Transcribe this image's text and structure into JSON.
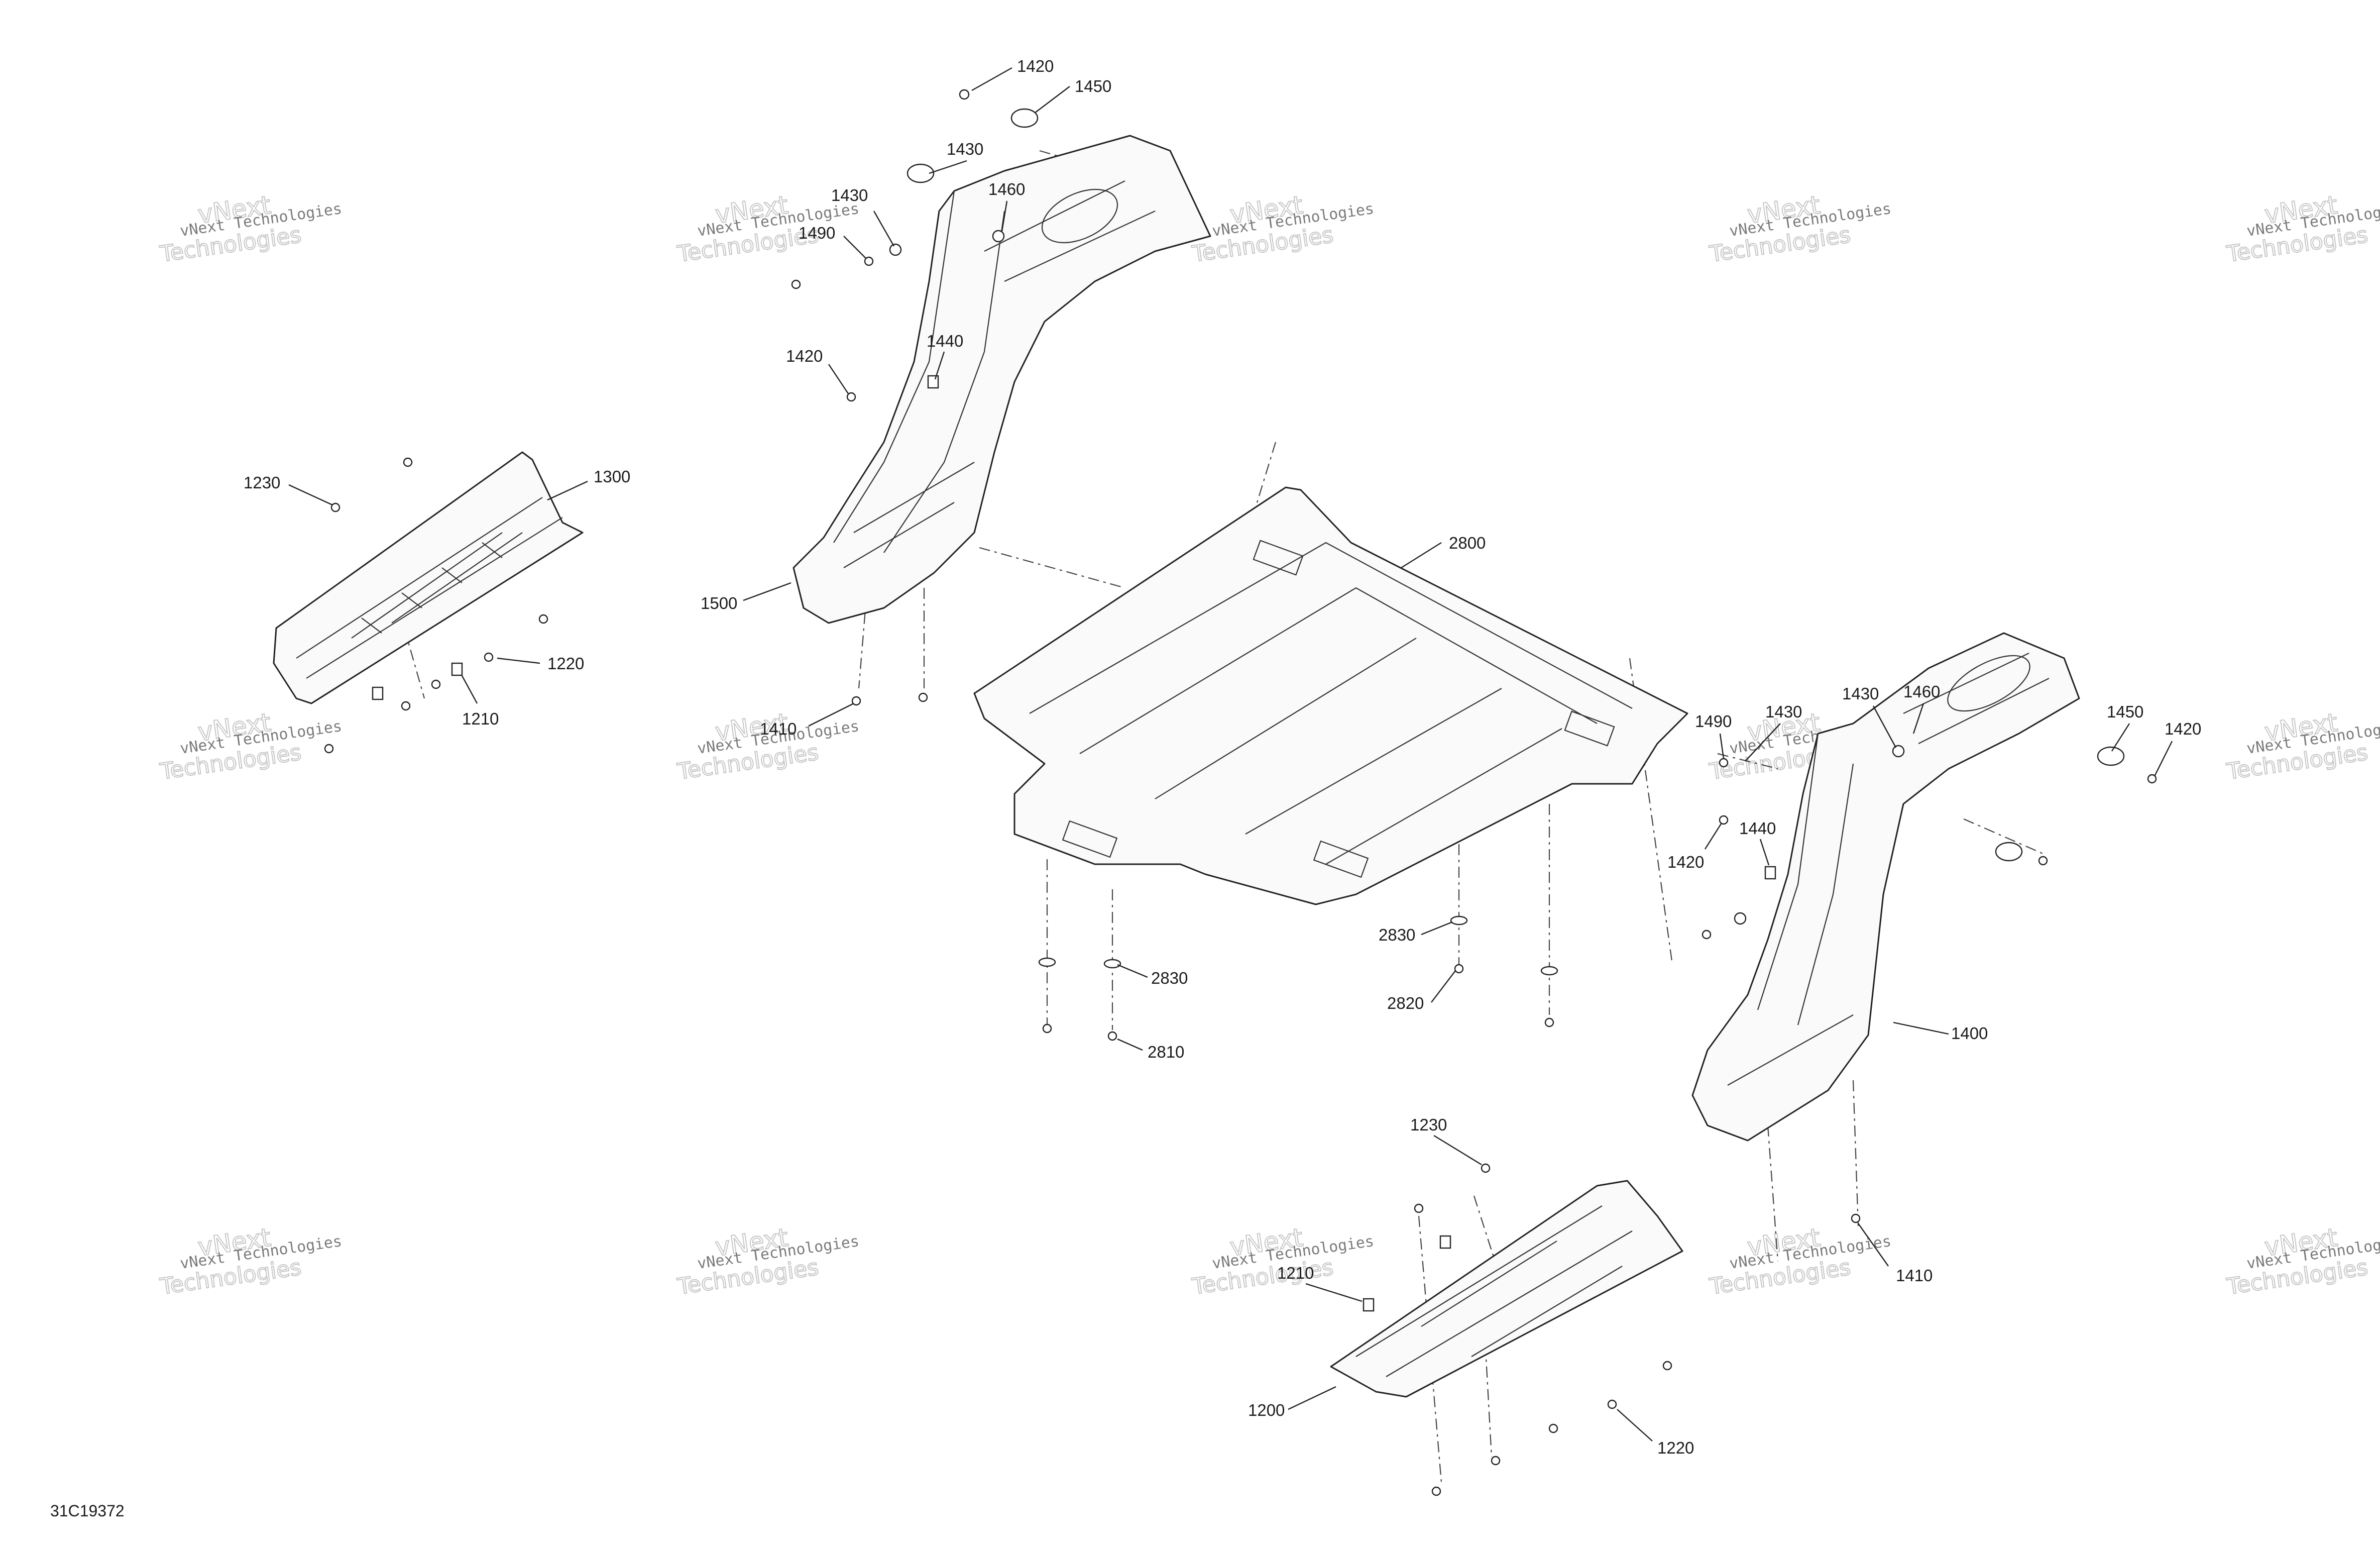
{
  "diagram": {
    "drawing_code": "31C19372",
    "watermark": {
      "line1": "vNext Technologies",
      "line2": "vNext",
      "line3": "Technologies"
    },
    "callouts": [
      {
        "id": "c1420a",
        "text": "1420"
      },
      {
        "id": "c1450a",
        "text": "1450"
      },
      {
        "id": "c1430a",
        "text": "1430"
      },
      {
        "id": "c1460a",
        "text": "1460"
      },
      {
        "id": "c1430b",
        "text": "1430"
      },
      {
        "id": "c1490a",
        "text": "1490"
      },
      {
        "id": "c1440a",
        "text": "1440"
      },
      {
        "id": "c1420b",
        "text": "1420"
      },
      {
        "id": "c1230a",
        "text": "1230"
      },
      {
        "id": "c1300",
        "text": "1300"
      },
      {
        "id": "c1500",
        "text": "1500"
      },
      {
        "id": "c1220a",
        "text": "1220"
      },
      {
        "id": "c1210a",
        "text": "1210"
      },
      {
        "id": "c1410a",
        "text": "1410"
      },
      {
        "id": "c2800",
        "text": "2800"
      },
      {
        "id": "c2830a",
        "text": "2830"
      },
      {
        "id": "c2810",
        "text": "2810"
      },
      {
        "id": "c2830b",
        "text": "2830"
      },
      {
        "id": "c2820",
        "text": "2820"
      },
      {
        "id": "c1490b",
        "text": "1490"
      },
      {
        "id": "c1430c",
        "text": "1430"
      },
      {
        "id": "c1430d",
        "text": "1430"
      },
      {
        "id": "c1460b",
        "text": "1460"
      },
      {
        "id": "c1450b",
        "text": "1450"
      },
      {
        "id": "c1420c",
        "text": "1420"
      },
      {
        "id": "c1420d",
        "text": "1420"
      },
      {
        "id": "c1440b",
        "text": "1440"
      },
      {
        "id": "c1400",
        "text": "1400"
      },
      {
        "id": "c1230b",
        "text": "1230"
      },
      {
        "id": "c1210b",
        "text": "1210"
      },
      {
        "id": "c1410b",
        "text": "1410"
      },
      {
        "id": "c1200",
        "text": "1200"
      },
      {
        "id": "c1220b",
        "text": "1220"
      }
    ]
  }
}
